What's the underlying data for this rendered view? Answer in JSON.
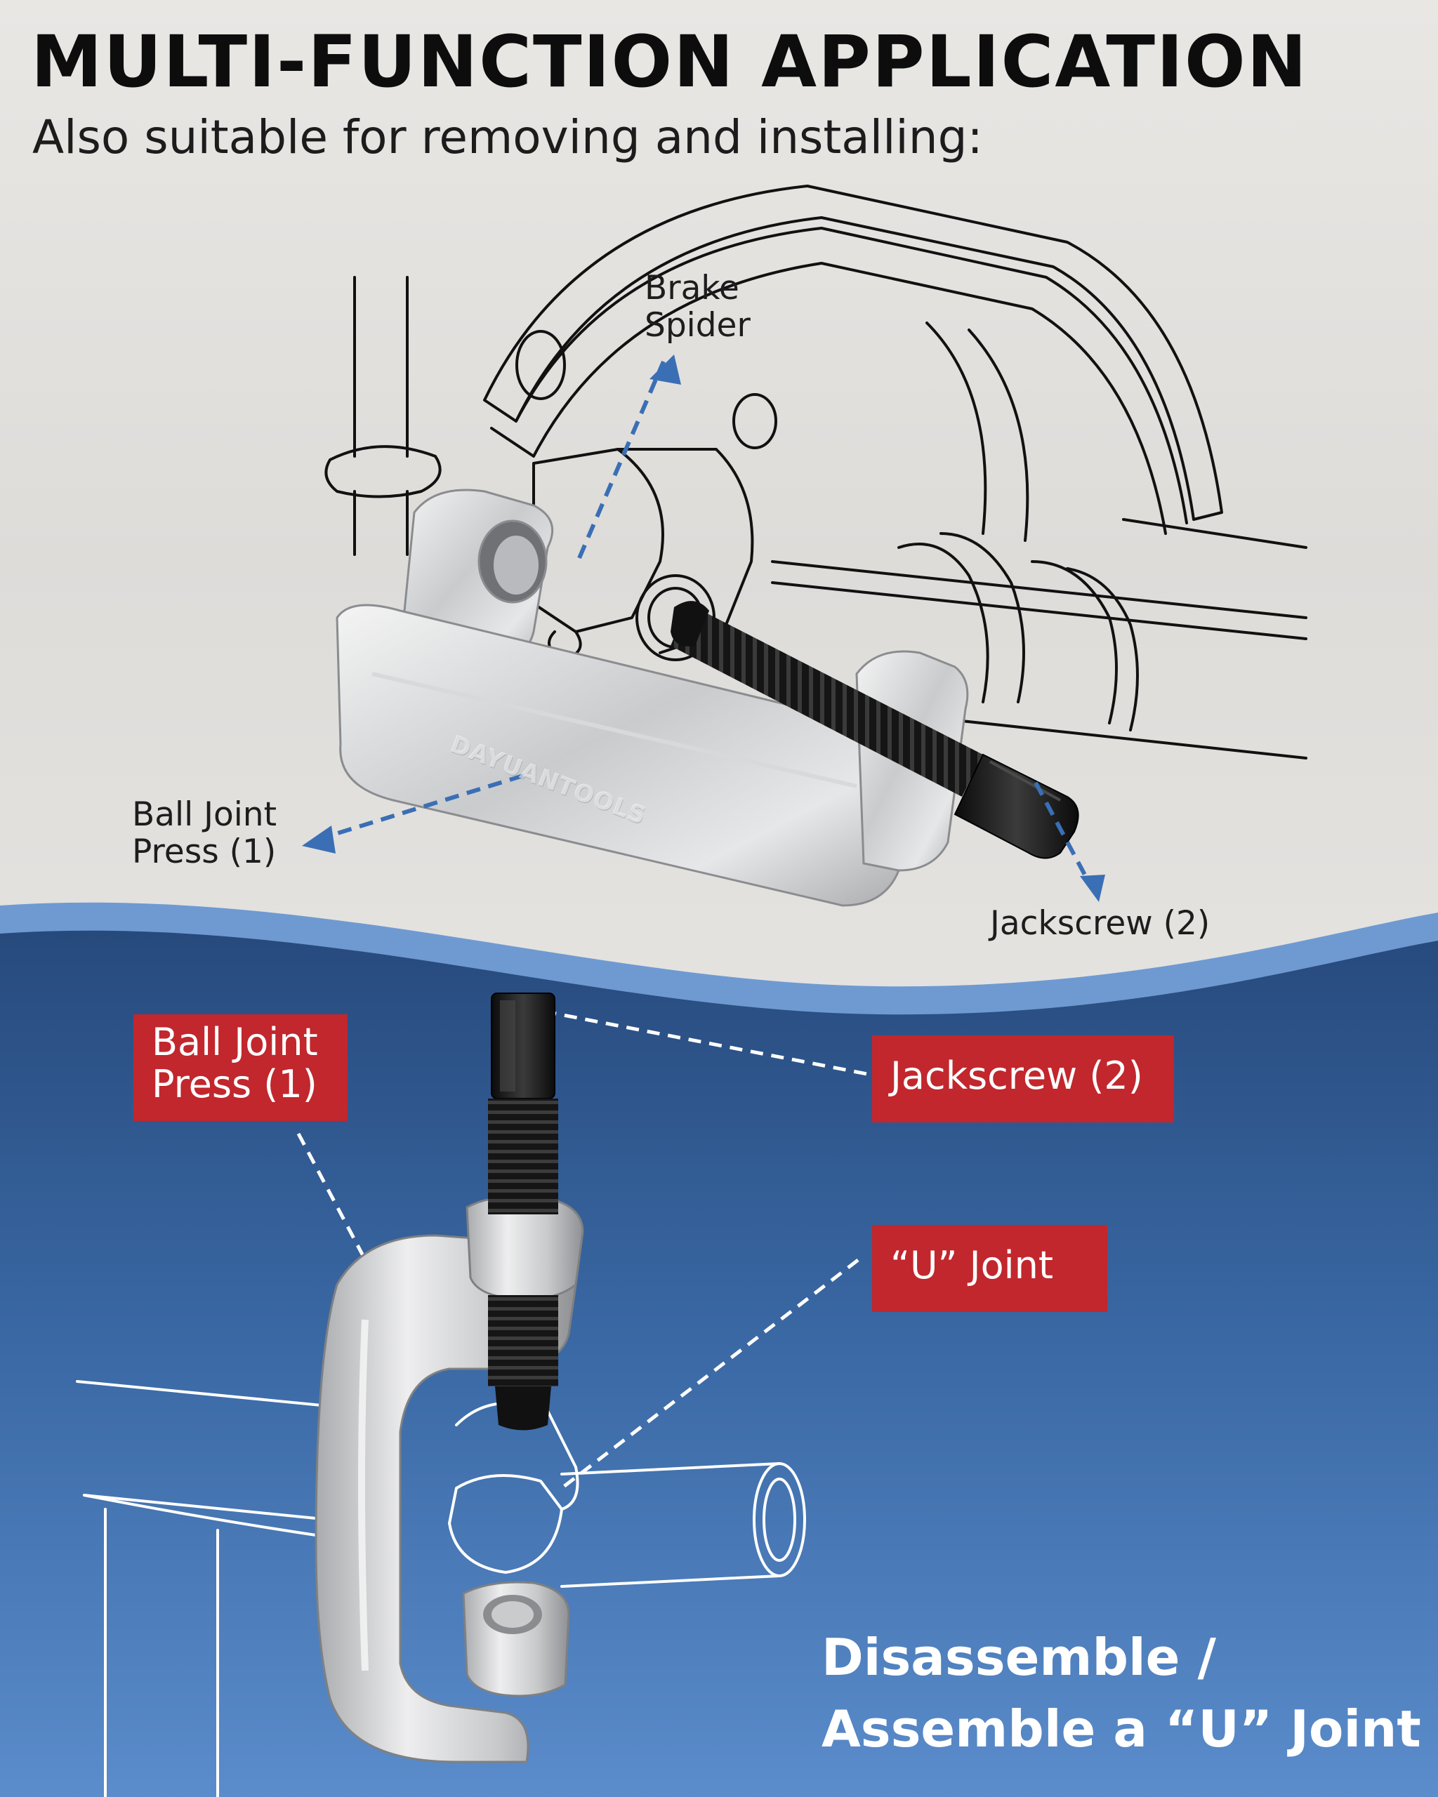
{
  "header": {
    "title": "MULTI-FUNCTION APPLICATION",
    "subtitle": "Also suitable for removing and installing:"
  },
  "top_callouts": {
    "brake_spider": [
      "Brake",
      "Spider"
    ],
    "ball_joint_press": [
      "Ball Joint",
      "Press (1)"
    ],
    "jackscrew": "Jackscrew (2)"
  },
  "bottom_labels": {
    "ball_joint_press": [
      "Ball Joint",
      "Press (1)"
    ],
    "jackscrew": "Jackscrew (2)",
    "u_joint": "“U”  Joint"
  },
  "bottom_title": [
    "Disassemble /",
    "Assemble a “U” Joint"
  ],
  "brand_mark": "DAYUANTOOLS",
  "colors": {
    "label_red": "#c1272d",
    "blue_light": "#5a8fd0",
    "blue_dark": "#284d82",
    "arrow_blue": "#3a6fb5"
  }
}
